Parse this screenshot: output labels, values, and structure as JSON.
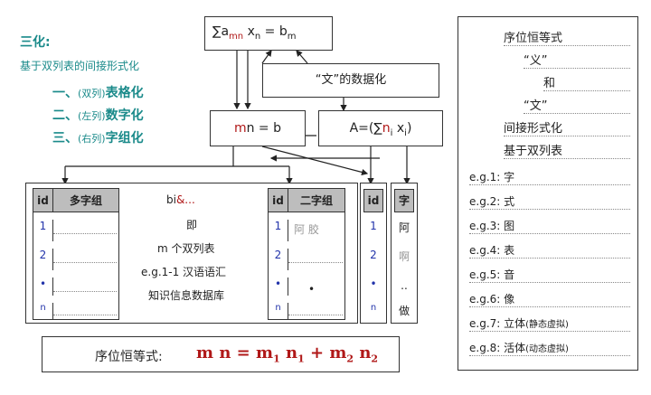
{
  "left_heading": {
    "title": "三化:",
    "subtitle": "基于双列表的间接形式化",
    "items": [
      {
        "prefix": "一、",
        "paren": "(双列)",
        "label": "表格化"
      },
      {
        "prefix": "二、",
        "paren": "(左列)",
        "label": "数字化"
      },
      {
        "prefix": "三、",
        "paren": "(右列)",
        "label": "字组化"
      }
    ]
  },
  "formula_top": {
    "sum": "∑",
    "a": "a",
    "mn": "mn",
    "x": "x",
    "xn": "n",
    "eq": "=",
    "b": "b",
    "bm": "m"
  },
  "wen_box": "“文”的数据化",
  "mn_box": {
    "m": "m",
    "n": "n",
    "rest": " = b"
  },
  "a_box": {
    "lead": "A=(∑",
    "n": "n",
    "ni": "i",
    "x": "x",
    "xi": "i",
    "close": ")"
  },
  "table_left": {
    "header_id": "id",
    "header_col": "多字组",
    "rows": [
      "1",
      "2",
      "•",
      "n"
    ]
  },
  "middle_text": {
    "line1_a": "bi",
    "line1_b": "&...",
    "line2": "即",
    "line3": "m 个双列表",
    "line4": "e.g.1-1 汉语语汇",
    "line5": "知识信息数据库"
  },
  "table_right": {
    "header_id": "id",
    "header_col": "二字组",
    "row1_val": "阿 胶",
    "rows": [
      "1",
      "2",
      "•",
      "n"
    ],
    "dot_val": "•"
  },
  "narrow_id": {
    "header": "id",
    "rows": [
      "1",
      "2",
      "•",
      "n"
    ]
  },
  "narrow_char": {
    "header": "字",
    "rows": [
      "阿",
      "啊",
      "..",
      "做"
    ]
  },
  "bottom_formula": {
    "label": "序位恒等式:",
    "expr": "m n = m",
    "s1": "1",
    "mid": " n",
    "s2": "1",
    "plus": " + m",
    "s3": "2",
    "end": " n",
    "s4": "2"
  },
  "right_panel": {
    "lines": [
      "序位恒等式",
      "“义”",
      "和",
      "“文”",
      "间接形式化",
      "基于双列表"
    ],
    "examples": [
      {
        "k": "e.g.1:",
        "v": "字"
      },
      {
        "k": "e.g.2:",
        "v": "式"
      },
      {
        "k": "e.g.3:",
        "v": "图"
      },
      {
        "k": "e.g.4:",
        "v": "表"
      },
      {
        "k": "e.g.5:",
        "v": "音"
      },
      {
        "k": "e.g.6:",
        "v": "像"
      },
      {
        "k": "e.g.7:",
        "v": "立体",
        "note": "(静态虚拟)"
      },
      {
        "k": "e.g.8:",
        "v": "活体",
        "note": "(动态虚拟)"
      }
    ]
  }
}
